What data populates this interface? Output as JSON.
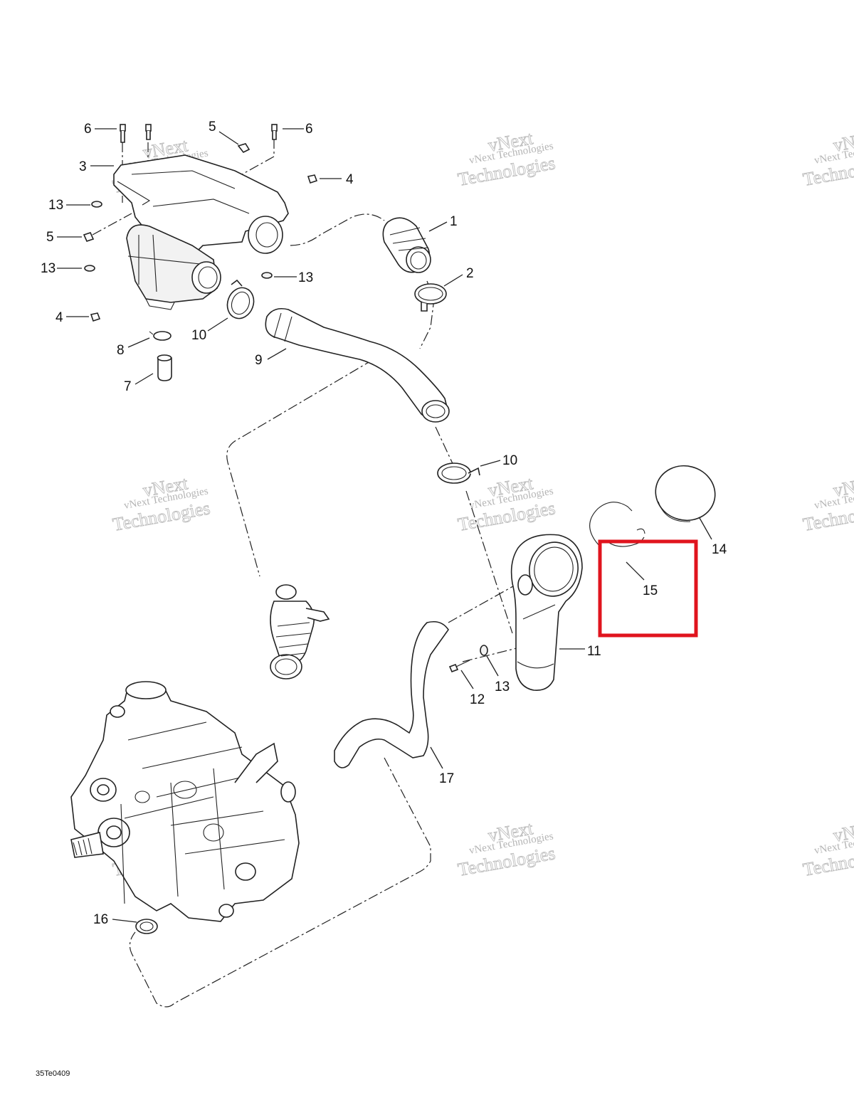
{
  "diagram": {
    "reference_code": "35Te0409",
    "highlight_color": "#e0141e",
    "highlighted_callout": "15",
    "callouts": [
      "1",
      "2",
      "3",
      "4",
      "4",
      "5",
      "5",
      "6",
      "6",
      "7",
      "8",
      "9",
      "10",
      "10",
      "11",
      "12",
      "13",
      "13",
      "13",
      "13",
      "14",
      "15",
      "16",
      "17"
    ],
    "watermark": {
      "line1": "vNext Technologies",
      "line2": "vNext",
      "line3": "Technologies"
    }
  }
}
